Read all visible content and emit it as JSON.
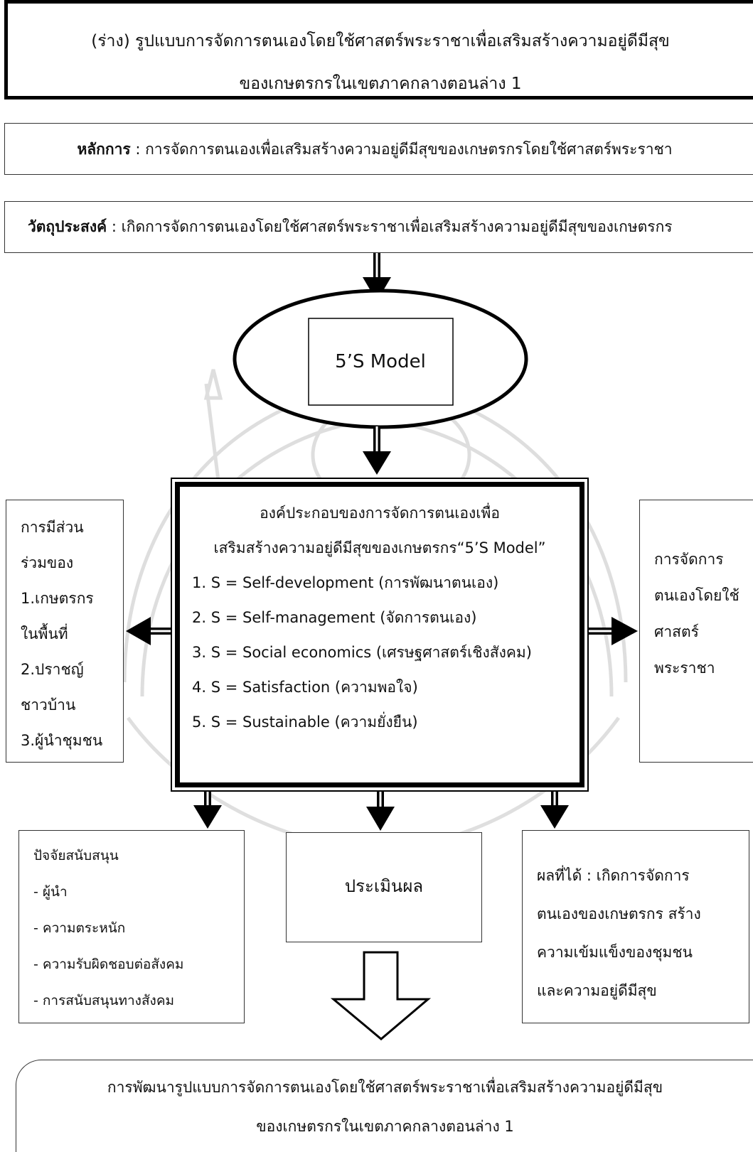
{
  "title": {
    "line1": "(ร่าง) รูปแบบการจัดการตนเองโดยใช้ศาสตร์พระราชาเพื่อเสริมสร้างความอยู่ดีมีสุข",
    "line2": "ของเกษตรกรในเขตภาคกลางตอนล่าง 1"
  },
  "principle": {
    "label": "หลักการ",
    "separator": " : ",
    "text": "การจัดการตนเองเพื่อเสริมสร้างความอยู่ดีมีสุขของเกษตรกรโดยใช้ศาสตร์พระราชา"
  },
  "objective": {
    "label": "วัตถุประสงค์",
    "separator": " : ",
    "text": "เกิดการจัดการตนเองโดยใช้ศาสตร์พระราชาเพื่อเสริมสร้างความอยู่ดีมีสุขของเกษตรกร"
  },
  "model": {
    "label": "5’S Model"
  },
  "components": {
    "heading_line1": "องค์ประกอบของการจัดการตนเองเพื่อ",
    "heading_line2": "เสริมสร้างความอยู่ดีมีสุขของเกษตรกร“5’S Model”",
    "items": [
      "1. S = Self-development (การพัฒนาตนเอง)",
      "2. S = Self-management (จัดการตนเอง)",
      "3. S = Social economics (เศรษฐศาสตร์เชิงสังคม)",
      "4. S = Satisfaction (ความพอใจ)",
      "5. S = Sustainable (ความยั่งยืน)"
    ]
  },
  "participation": {
    "lines": [
      "การมีส่วน",
      "ร่วมของ",
      "1.เกษตรกร",
      "ในพื้นที่",
      "2.ปราชญ์",
      "ชาวบ้าน",
      "3.ผู้นำชุมชน"
    ]
  },
  "royal_science": {
    "lines": [
      "การจัดการ",
      "ตนเองโดยใช้",
      "ศาสตร์",
      "พระราชา"
    ]
  },
  "support_factors": {
    "title": "ปัจจัยสนับสนุน",
    "items": [
      "- ผู้นำ",
      "- ความตระหนัก",
      "- ความรับผิดชอบต่อสังคม",
      "- การสนับสนุนทางสังคม"
    ]
  },
  "evaluation": {
    "label": "ประเมินผล"
  },
  "results": {
    "lines": [
      "ผลที่ได้ : เกิดการจัดการ",
      "ตนเองของเกษตรกร สร้าง",
      "ความเข้มแข็งของชุมชน",
      "และความอยู่ดีมีสุข"
    ]
  },
  "development": {
    "line1": "การพัฒนารูปแบบการจัดการตนเองโดยใช้ศาสตร์พระราชาเพื่อเสริมสร้างความอยู่ดีมีสุข",
    "line2": "ของเกษตรกรในเขตภาคกลางตอนล่าง 1"
  }
}
